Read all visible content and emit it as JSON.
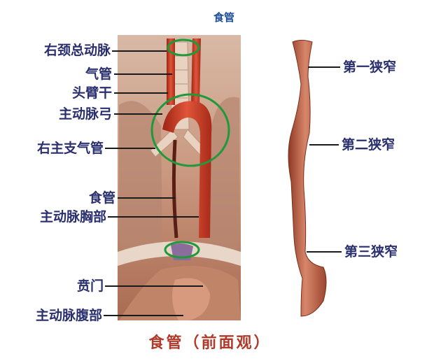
{
  "title": "食管",
  "caption": "食管（前面观）",
  "left_labels": [
    "右颈总动脉",
    "气管",
    "头臂干",
    "主动脉弓",
    "右主支气管",
    "食管",
    "主动脉胸部",
    "贲门",
    "主动脉腹部"
  ],
  "right_labels": [
    "第一狭窄",
    "第二狭窄",
    "第三狭窄"
  ],
  "colors": {
    "label_text": "#2a2f6e",
    "caption_text": "#b0392a",
    "title_text": "#1f4f9a",
    "highlight_ring": "#1f9a3a",
    "artery": "#c8361f",
    "esophagus": "#b5533a"
  }
}
